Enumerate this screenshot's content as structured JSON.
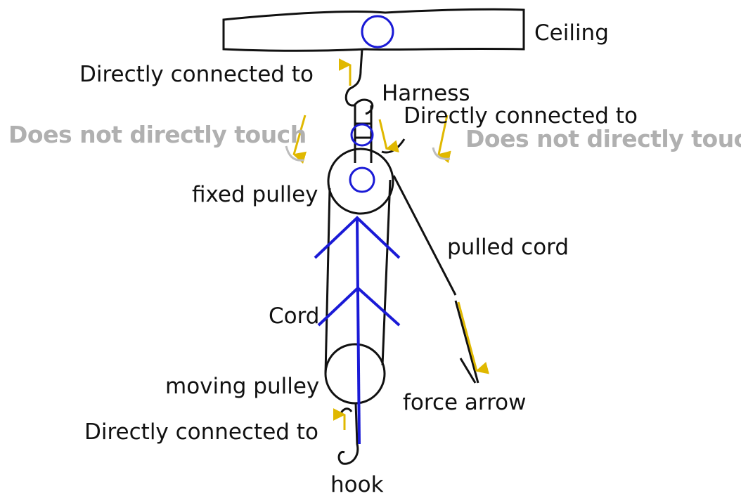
{
  "labels": {
    "ceiling": "Ceiling",
    "directly_connected_top": "Directly connected to",
    "harness": "Harness",
    "directly_connected_right": "Directly connected to",
    "does_not_touch_left": "Does not directly touch",
    "does_not_touch_right": "Does not directly touch",
    "fixed_pulley": "fixed pulley",
    "pulled_cord": "pulled cord",
    "cord": "Cord",
    "moving_pulley": "moving pulley",
    "force_arrow": "force arrow",
    "directly_connected_bottom": "Directly connected to",
    "hook": "hook"
  },
  "colors": {
    "ink": "#111111",
    "blue": "#1a1ad6",
    "gold": "#e0b800",
    "grey": "#b0b0b0"
  }
}
